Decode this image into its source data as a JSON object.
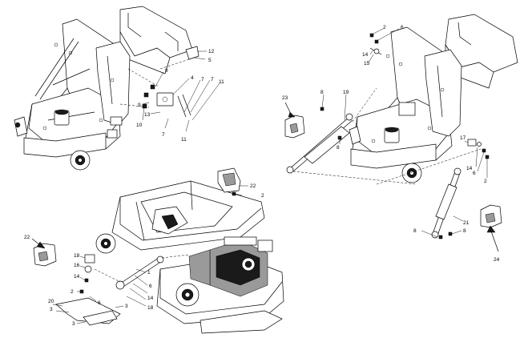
{
  "callouts": {
    "tl": [
      "12",
      "5",
      "8",
      "4",
      "7",
      "7",
      "11",
      "9",
      "13",
      "10",
      "7",
      "11"
    ],
    "tr": [
      "2",
      "6",
      "14",
      "15",
      "23",
      "8",
      "19",
      "8",
      "17",
      "14",
      "6",
      "2",
      "21",
      "8",
      "8",
      "24"
    ],
    "bl": [
      "22",
      "2",
      "22",
      "18",
      "16",
      "14",
      "2",
      "6",
      "1",
      "6",
      "14",
      "18",
      "20",
      "3",
      "3",
      "3"
    ]
  }
}
